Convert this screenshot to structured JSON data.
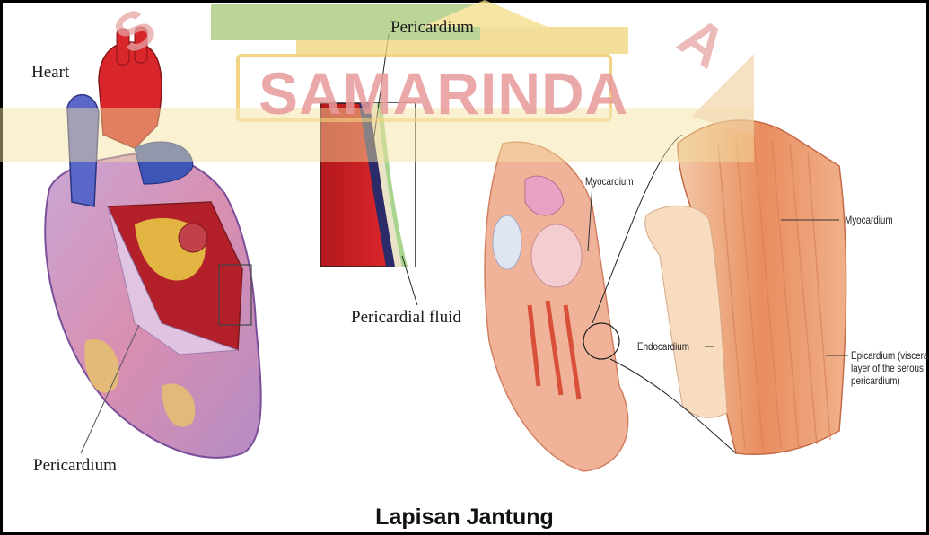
{
  "watermark": {
    "text": "SAMARINDA",
    "letter_left": "S",
    "letter_right": "A",
    "color_main": "#e8a3a3",
    "color_band": "#f2d680",
    "color_green": "#9fc36a"
  },
  "left_panel": {
    "heart_label": "Heart",
    "pericardium_outer_label": "Pericardium",
    "inset_top_label": "Pericardium",
    "inset_bottom_label": "Pericardial fluid"
  },
  "right_panel": {
    "myocardium_inner_label": "Myocardium",
    "myocardium_outer_label": "Myocardium",
    "endocardium_label": "Endocardium",
    "epicardium_label_line1": "Epicardium (visceral",
    "epicardium_label_line2": "layer of the serous",
    "epicardium_label_line3": "pericardium)"
  },
  "caption": "Lapisan Jantung"
}
